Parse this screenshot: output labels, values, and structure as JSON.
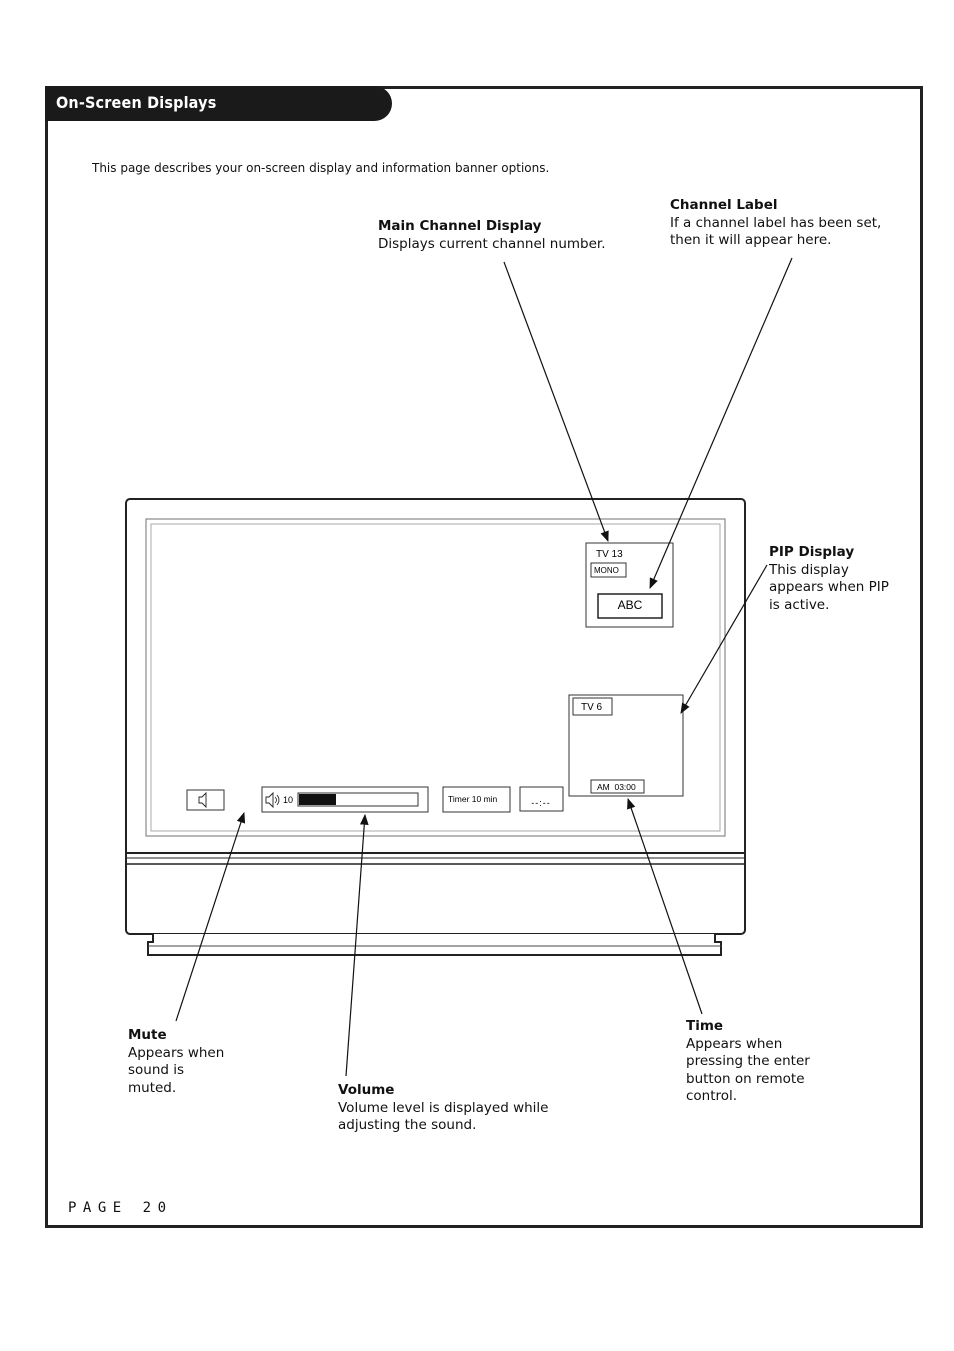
{
  "header": {
    "title": "On-Screen Displays"
  },
  "intro": "This page describes your on-screen display and information banner options.",
  "callouts": {
    "main_channel": {
      "title": "Main Channel Display",
      "desc": "Displays current channel number."
    },
    "channel_label": {
      "title": "Channel Label",
      "desc": "If a channel label has been set,\nthen it will appear here."
    },
    "pip_display": {
      "title": "PIP Display",
      "desc": "This display\nappears when PIP\nis active."
    },
    "mute": {
      "title": "Mute",
      "desc": "Appears when\nsound is\nmuted."
    },
    "volume": {
      "title": "Volume",
      "desc": "Volume level is displayed while\nadjusting the sound."
    },
    "time": {
      "title": "Time",
      "desc": "Appears when\npressing the enter\nbutton on remote\ncontrol."
    }
  },
  "osd": {
    "channel": "TV 13",
    "audio_mode": "MONO",
    "channel_label": "ABC",
    "pip_channel": "TV 6",
    "pip_time": "AM  03:00",
    "volume_value": "10",
    "volume_level": 0.31,
    "timer": "Timer 10 min",
    "time_placeholder": "--:--"
  },
  "footer": {
    "page": "PAGE 20"
  }
}
